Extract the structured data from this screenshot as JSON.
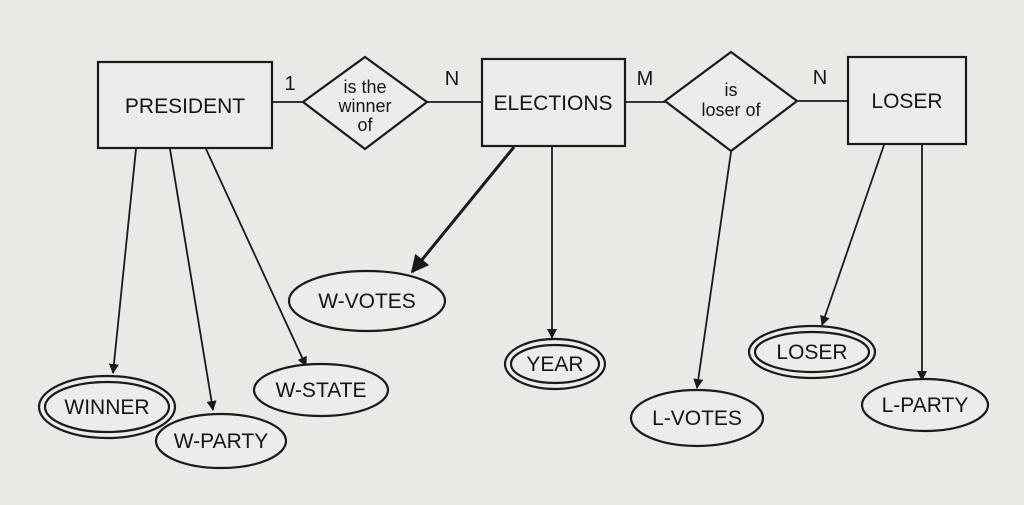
{
  "entities": {
    "president": "PRESIDENT",
    "elections": "ELECTIONS",
    "loser": "LOSER"
  },
  "relationships": {
    "winner": [
      "is the",
      "winner",
      "of"
    ],
    "loser": [
      "is",
      "loser of"
    ]
  },
  "cardinalities": {
    "president_side": "1",
    "elections_winner_side": "N",
    "elections_loser_side": "M",
    "loser_side": "N"
  },
  "attributes": {
    "winner": "WINNER",
    "w_party": "W-PARTY",
    "w_state": "W-STATE",
    "w_votes": "W-VOTES",
    "year": "YEAR",
    "l_votes": "L-VOTES",
    "loser": "LOSER",
    "l_party": "L-PARTY"
  }
}
